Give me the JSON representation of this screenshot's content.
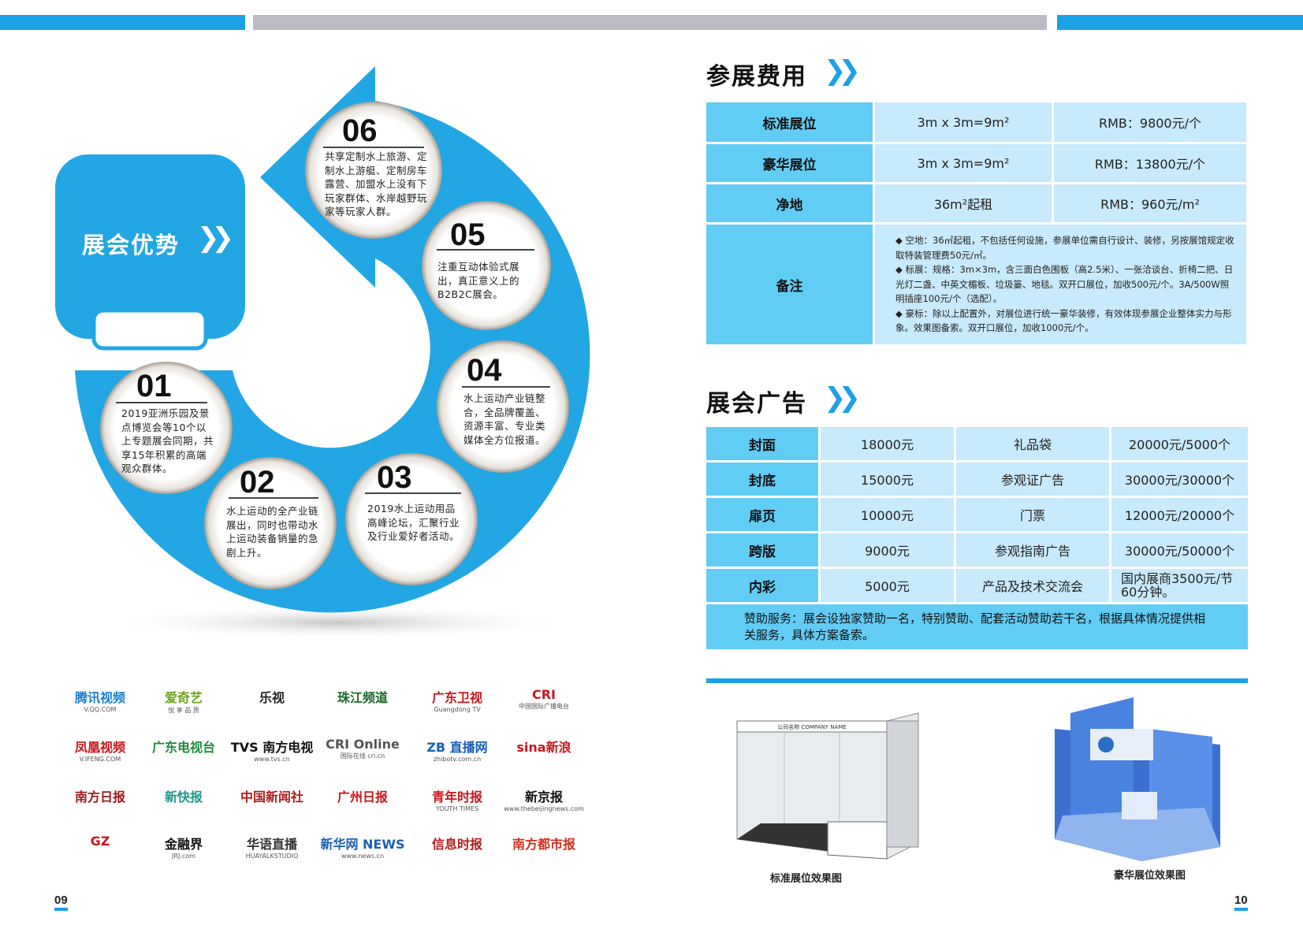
{
  "colors": {
    "accent": "#1ca0e6",
    "header_cell": "#62cdf4",
    "body_cell": "#c7eafc",
    "gray_bar": "#bcbcc4"
  },
  "left": {
    "advantage_title": "展会优势",
    "advantages": [
      {
        "num": "01",
        "text": "2019亚洲乐园及景点博览会等10个以上专题展会同期，共享15年积累的高端观众群体。"
      },
      {
        "num": "02",
        "text": "水上运动的全产业链展出，同时也带动水上运动装备销量的急剧上升。"
      },
      {
        "num": "03",
        "text": "2019水上运动用品高峰论坛，汇聚行业及行业爱好者活动。"
      },
      {
        "num": "04",
        "text": "水上运动产业链整合，全品牌覆盖、资源丰富、专业类媒体全方位报道。"
      },
      {
        "num": "05",
        "text": "注重互动体验式展出，真正意义上的B2B2C展会。"
      },
      {
        "num": "06",
        "text": "共享定制水上旅游、定制水上游艇、定制房车露营、加盟水上没有下玩家群体、水岸越野玩家等玩家人群。"
      }
    ],
    "media_logos": [
      {
        "name": "腾讯视频",
        "sub": "V.QQ.COM"
      },
      {
        "name": "爱奇艺",
        "sub": "悦 享 品 质"
      },
      {
        "name": "乐视",
        "sub": ""
      },
      {
        "name": "珠江频道",
        "sub": ""
      },
      {
        "name": "广东卫视",
        "sub": "Guangdong TV"
      },
      {
        "name": "CRI",
        "sub": "中国国际广播电台"
      },
      {
        "name": "凤凰视频",
        "sub": "V.IFENG.COM"
      },
      {
        "name": "广东电视台",
        "sub": ""
      },
      {
        "name": "TVS 南方电视",
        "sub": "www.tvs.cn"
      },
      {
        "name": "CRI Online",
        "sub": "国际在线 cri.cn"
      },
      {
        "name": "ZB 直播网",
        "sub": "zhibotv.com.cn"
      },
      {
        "name": "sina新浪",
        "sub": ""
      },
      {
        "name": "南方日报",
        "sub": ""
      },
      {
        "name": "新快报",
        "sub": ""
      },
      {
        "name": "中国新闻社",
        "sub": ""
      },
      {
        "name": "广州日报",
        "sub": ""
      },
      {
        "name": "青年时报",
        "sub": "YOUTH TIMES"
      },
      {
        "name": "新京报",
        "sub": "www.thebeijingnews.com"
      },
      {
        "name": "GZ",
        "sub": ""
      },
      {
        "name": "金融界",
        "sub": "JRJ.com"
      },
      {
        "name": "华语直播",
        "sub": "HUAYALKSTUDIO"
      },
      {
        "name": "新华网 NEWS",
        "sub": "www.news.cn"
      },
      {
        "name": "信息时报",
        "sub": ""
      },
      {
        "name": "南方都市报",
        "sub": ""
      }
    ],
    "page_number": "09"
  },
  "fees": {
    "title": "参展费用",
    "rows": [
      {
        "label": "标准展位",
        "size": "3m x 3m=9m²",
        "price": "RMB：9800元/个"
      },
      {
        "label": "豪华展位",
        "size": "3m x 3m=9m²",
        "price": "RMB：13800元/个"
      },
      {
        "label": "净地",
        "size": "36m²起租",
        "price": "RMB：960元/m²"
      }
    ],
    "notes_label": "备注",
    "notes": [
      "◆ 空地：36㎡起租，不包括任何设施，参展单位需自行设计、装修，另按展馆规定收取特装管理费50元/㎡。",
      "◆ 标展：规格：3m×3m，含三面白色围板（高2.5米）、一张洽谈台、折椅二把、日光灯二盏、中英文楣板、垃圾篓、地毯。双开口展位，加收500元/个。3A/500W照明插座100元/个（选配）。",
      "◆ 豪标：除以上配置外，对展位进行统一豪华装修，有效体现参展企业整体实力与形象。效果图备索。双开口展位，加收1000元/个。"
    ]
  },
  "ads": {
    "title": "展会广告",
    "rows": [
      [
        "封面",
        "18000元",
        "礼品袋",
        "20000元/5000个"
      ],
      [
        "封底",
        "15000元",
        "参观证广告",
        "30000元/30000个"
      ],
      [
        "扉页",
        "10000元",
        "门票",
        "12000元/20000个"
      ],
      [
        "跨版",
        "9000元",
        "参观指南广告",
        "30000元/50000个"
      ],
      [
        "内彩",
        "5000元",
        "产品及技术交流会",
        "国内展商3500元/节60分钟。"
      ]
    ],
    "sponsor": "赞助服务：展会设独家赞助一名，特别赞助、配套活动赞助若干名，根据具体情况提供相关服务，具体方案备索。"
  },
  "booths": {
    "standard_caption": "标准展位效果图",
    "standard_sign": "公司名称 COMPANY NAME",
    "luxury_caption": "豪华展位效果图"
  },
  "right_page_number": "10"
}
